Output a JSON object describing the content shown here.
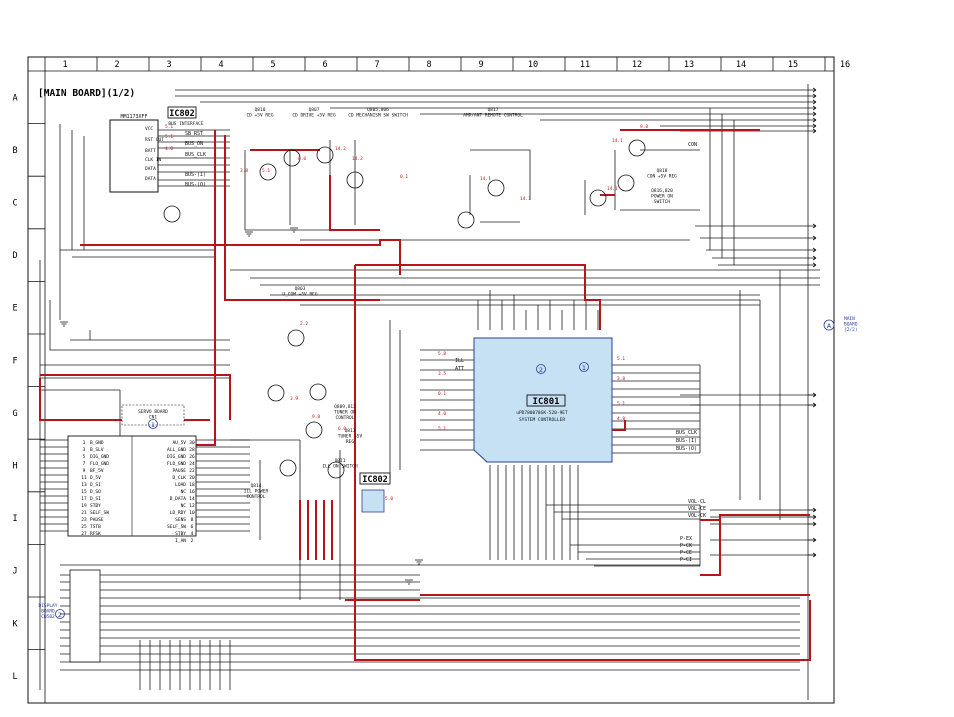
{
  "sheet_title": "[MAIN BOARD](1/2)",
  "columns": [
    "1",
    "2",
    "3",
    "4",
    "5",
    "6",
    "7",
    "8",
    "9",
    "10",
    "11",
    "12",
    "13",
    "14",
    "15",
    "16"
  ],
  "rows": [
    "A",
    "B",
    "C",
    "D",
    "E",
    "F",
    "G",
    "H",
    "I",
    "J",
    "K",
    "L"
  ],
  "ic_labels": {
    "ic802_top": "IC802",
    "ic802_top_sub": "BUS INTERFACE",
    "ic801": "IC801",
    "ic801_part": "uPD780078GK-520-9ET",
    "ic801_desc": "SYSTEM CONTROLLER",
    "ic802_bottom": "IC802"
  },
  "transistor_captions": {
    "q810": "Q810\nCD +5V REG",
    "q807": "Q807\nCD DRIVE +5V REG",
    "q805": "Q805,806\nCD MECHANISM SW SWITCH",
    "q817": "Q817\nAMP/ANT REMOTE CONTROL",
    "q818": "Q818\nCON +5V REG",
    "q816": "Q816,820\nPOWER ON\nSWITCH",
    "q803": "Q803\nU_COM +5V REG",
    "q812": "Q809,812\nTUNER ON\nCONTROL",
    "q813": "Q813\nTUNER +5V\nREG",
    "q814": "Q814\nILL POWER\nCONTROL",
    "q811": "Q811\nILL ON SWITCH"
  },
  "side_boards": {
    "main_board_ref": "MAIN\nBOARD\n(2/2)",
    "main_board_num": "A",
    "servo_board": "SERVO BOARD\nCN1",
    "servo_num": "1",
    "display_board": "DISPLAY\nBOARD\nCN502",
    "display_num": "2",
    "ic801_num_1": "1",
    "ic801_num_2": "2"
  },
  "bus_labels": {
    "sb_rst": "SB_RST",
    "bus_on": "BUS_ON",
    "bus_clk": "BUS_CLK",
    "bus_i": "BUS-(I)",
    "bus_o": "BUS-(O)",
    "vol_cl": "VOL-CL",
    "vol_ce": "VOL-CE",
    "vol_ck": "VOL-CK",
    "bus_clk_r": "BUS_CLK",
    "bus_i_r": "BUS-(I)",
    "bus_o_r": "BUS-(O)",
    "con": "CON",
    "p_ex": "P-EX",
    "p_ck": "P-CK",
    "p_ce": "P-CE",
    "p_ci": "P-CI",
    "ill": "ILL",
    "att": "ATT"
  },
  "cn_pins": [
    "AU_5V",
    "ALL_GND",
    "DIG_GND",
    "FLO_GND",
    "PAUSE",
    "D_CLK",
    "LOAD",
    "NC",
    "D_DATA",
    "NC",
    "LD_RDY",
    "SENS",
    "SELF_SW",
    "STBY",
    "I_AN"
  ],
  "cn_left_pins": [
    "B_GND",
    "B_SLV",
    "DIG_GND",
    "FLO_GND",
    "BF_5V",
    "D_5V",
    "D_SI",
    "D_SO",
    "D_SI",
    "STBY",
    "SELF_SW",
    "PAUSE",
    "TSTB",
    "RFSK"
  ],
  "colors": {
    "power_line": "#b8141c",
    "ic_fill": "#c6e0f4",
    "ic_border": "#2b3f8f",
    "wire": "#1c1c1c",
    "annotation_red": "#c0141c",
    "annotation_blue": "#2a3a9c"
  }
}
